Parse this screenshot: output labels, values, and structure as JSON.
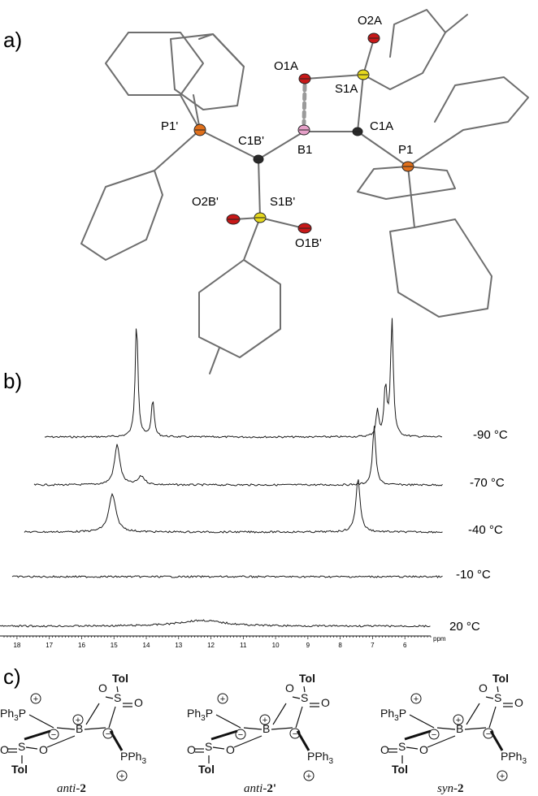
{
  "panels": {
    "a": "a)",
    "b": "b)",
    "c": "c)"
  },
  "crystal_structure": {
    "atoms": [
      {
        "id": "O2A",
        "label": "O2A",
        "element": "O"
      },
      {
        "id": "O1A",
        "label": "O1A",
        "element": "O"
      },
      {
        "id": "S1A",
        "label": "S1A",
        "element": "S"
      },
      {
        "id": "P1p",
        "label": "P1'",
        "element": "P"
      },
      {
        "id": "C1Bp",
        "label": "C1B'",
        "element": "C"
      },
      {
        "id": "B1",
        "label": "B1",
        "element": "B"
      },
      {
        "id": "C1A",
        "label": "C1A",
        "element": "C"
      },
      {
        "id": "P1",
        "label": "P1",
        "element": "P"
      },
      {
        "id": "O2Bp",
        "label": "O2B'",
        "element": "O"
      },
      {
        "id": "S1Bp",
        "label": "S1B'",
        "element": "S"
      },
      {
        "id": "O1Bp",
        "label": "O1B'",
        "element": "O"
      }
    ],
    "colors": {
      "O": "#c81818",
      "S": "#e6d81e",
      "P": "#e0701c",
      "B": "#e6a0c8",
      "C": "#2a2a2a",
      "bond": "#8c8c8c"
    }
  },
  "nmr": {
    "x_unit": "ppm",
    "ticks": [
      "18",
      "17",
      "16",
      "15",
      "14",
      "13",
      "12",
      "11",
      "10",
      "9",
      "8",
      "7",
      "6"
    ],
    "x_range": [
      18.4,
      5.2
    ],
    "spectra": [
      {
        "temp": "-90 °C",
        "peaks": [
          {
            "ppm": 14.3,
            "h": 1.0,
            "w": 0.05
          },
          {
            "ppm": 13.8,
            "h": 0.32,
            "w": 0.05
          },
          {
            "ppm": 6.85,
            "h": 0.22,
            "w": 0.05
          },
          {
            "ppm": 6.6,
            "h": 0.42,
            "w": 0.05
          },
          {
            "ppm": 6.4,
            "h": 1.0,
            "w": 0.05
          }
        ]
      },
      {
        "temp": "-70 °C",
        "peaks": [
          {
            "ppm": 14.9,
            "h": 0.62,
            "w": 0.1
          },
          {
            "ppm": 14.15,
            "h": 0.13,
            "w": 0.12
          },
          {
            "ppm": 6.95,
            "h": 0.9,
            "w": 0.06
          }
        ]
      },
      {
        "temp": "-40 °C",
        "peaks": [
          {
            "ppm": 15.05,
            "h": 0.58,
            "w": 0.13
          },
          {
            "ppm": 7.45,
            "h": 0.82,
            "w": 0.08
          }
        ]
      },
      {
        "temp": "-10 °C",
        "peaks": []
      },
      {
        "temp": "20 °C",
        "peaks": [
          {
            "ppm": 12.3,
            "h": 0.12,
            "w": 0.85
          }
        ]
      }
    ]
  },
  "schemes": [
    {
      "name": "anti-",
      "num": "2",
      "tol_top": "Tol",
      "tol_bottom": "Tol",
      "ph3p": "Ph3P",
      "pph3": "PPh3"
    },
    {
      "name": "anti-",
      "num": "2'",
      "tol_top": "Tol",
      "tol_bottom": "Tol",
      "ph3p": "Ph3P",
      "pph3": "PPh3"
    },
    {
      "name": "syn-",
      "num": "2",
      "tol_top": "Tol",
      "tol_bottom": "Tol",
      "ph3p": "Ph3P",
      "pph3": "PPh3"
    }
  ],
  "scheme_atoms": {
    "s": "S",
    "o": "O",
    "b": "B",
    "plus": "+",
    "minus": "−"
  }
}
